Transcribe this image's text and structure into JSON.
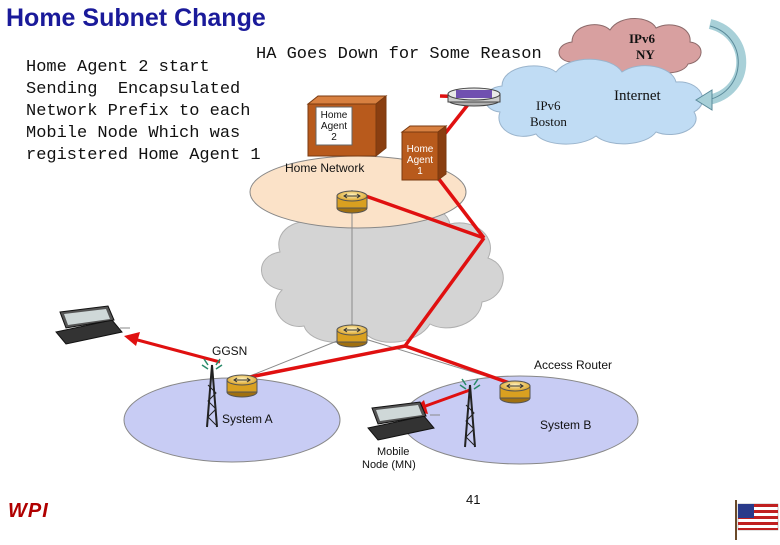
{
  "slide": {
    "title": "Home Subnet Change",
    "intro_lines": [
      "Home Agent 2 start",
      "Sending  Encapsulated",
      "Network Prefix to each",
      "Mobile Node Which was",
      "registered Home Agent 1"
    ],
    "event_text": "HA Goes Down for Some Reason",
    "page_number": "41",
    "logo_text": "WPI"
  },
  "labels": {
    "ipv6_ny_line1": "IPv6",
    "ipv6_ny_line2": "NY",
    "internet": "Internet",
    "ipv6_boston_line1": "IPv6",
    "ipv6_boston_line2": "Boston",
    "home_agent_2": [
      "Home",
      "Agent",
      "2"
    ],
    "home_agent_1": [
      "Home",
      "Agent",
      "1"
    ],
    "home_network": "Home Network",
    "ggsn": "GGSN",
    "access_router": "Access Router",
    "system_a": "System A",
    "system_b": "System B",
    "mobile_node_line1": "Mobile",
    "mobile_node_line2": "Node (MN)"
  },
  "colors": {
    "title": "#1a1a9a",
    "link_red": "#e01010",
    "home_network_fill": "#fbe2c8",
    "system_fill": "#c8ccf4",
    "cloud_grey": "#d4d4d4",
    "cloud_blue": "#c0dcf4",
    "ipv6_ny_fill": "#d8a0a0",
    "router_fill": "#e8b838",
    "home_agent_box": "#b85a1c",
    "logo_red": "#b00000"
  },
  "icons": [
    "router-icon",
    "laptop-icon",
    "antenna-tower-icon",
    "cloud-icon",
    "us-flag-icon",
    "return-arrow-icon"
  ]
}
